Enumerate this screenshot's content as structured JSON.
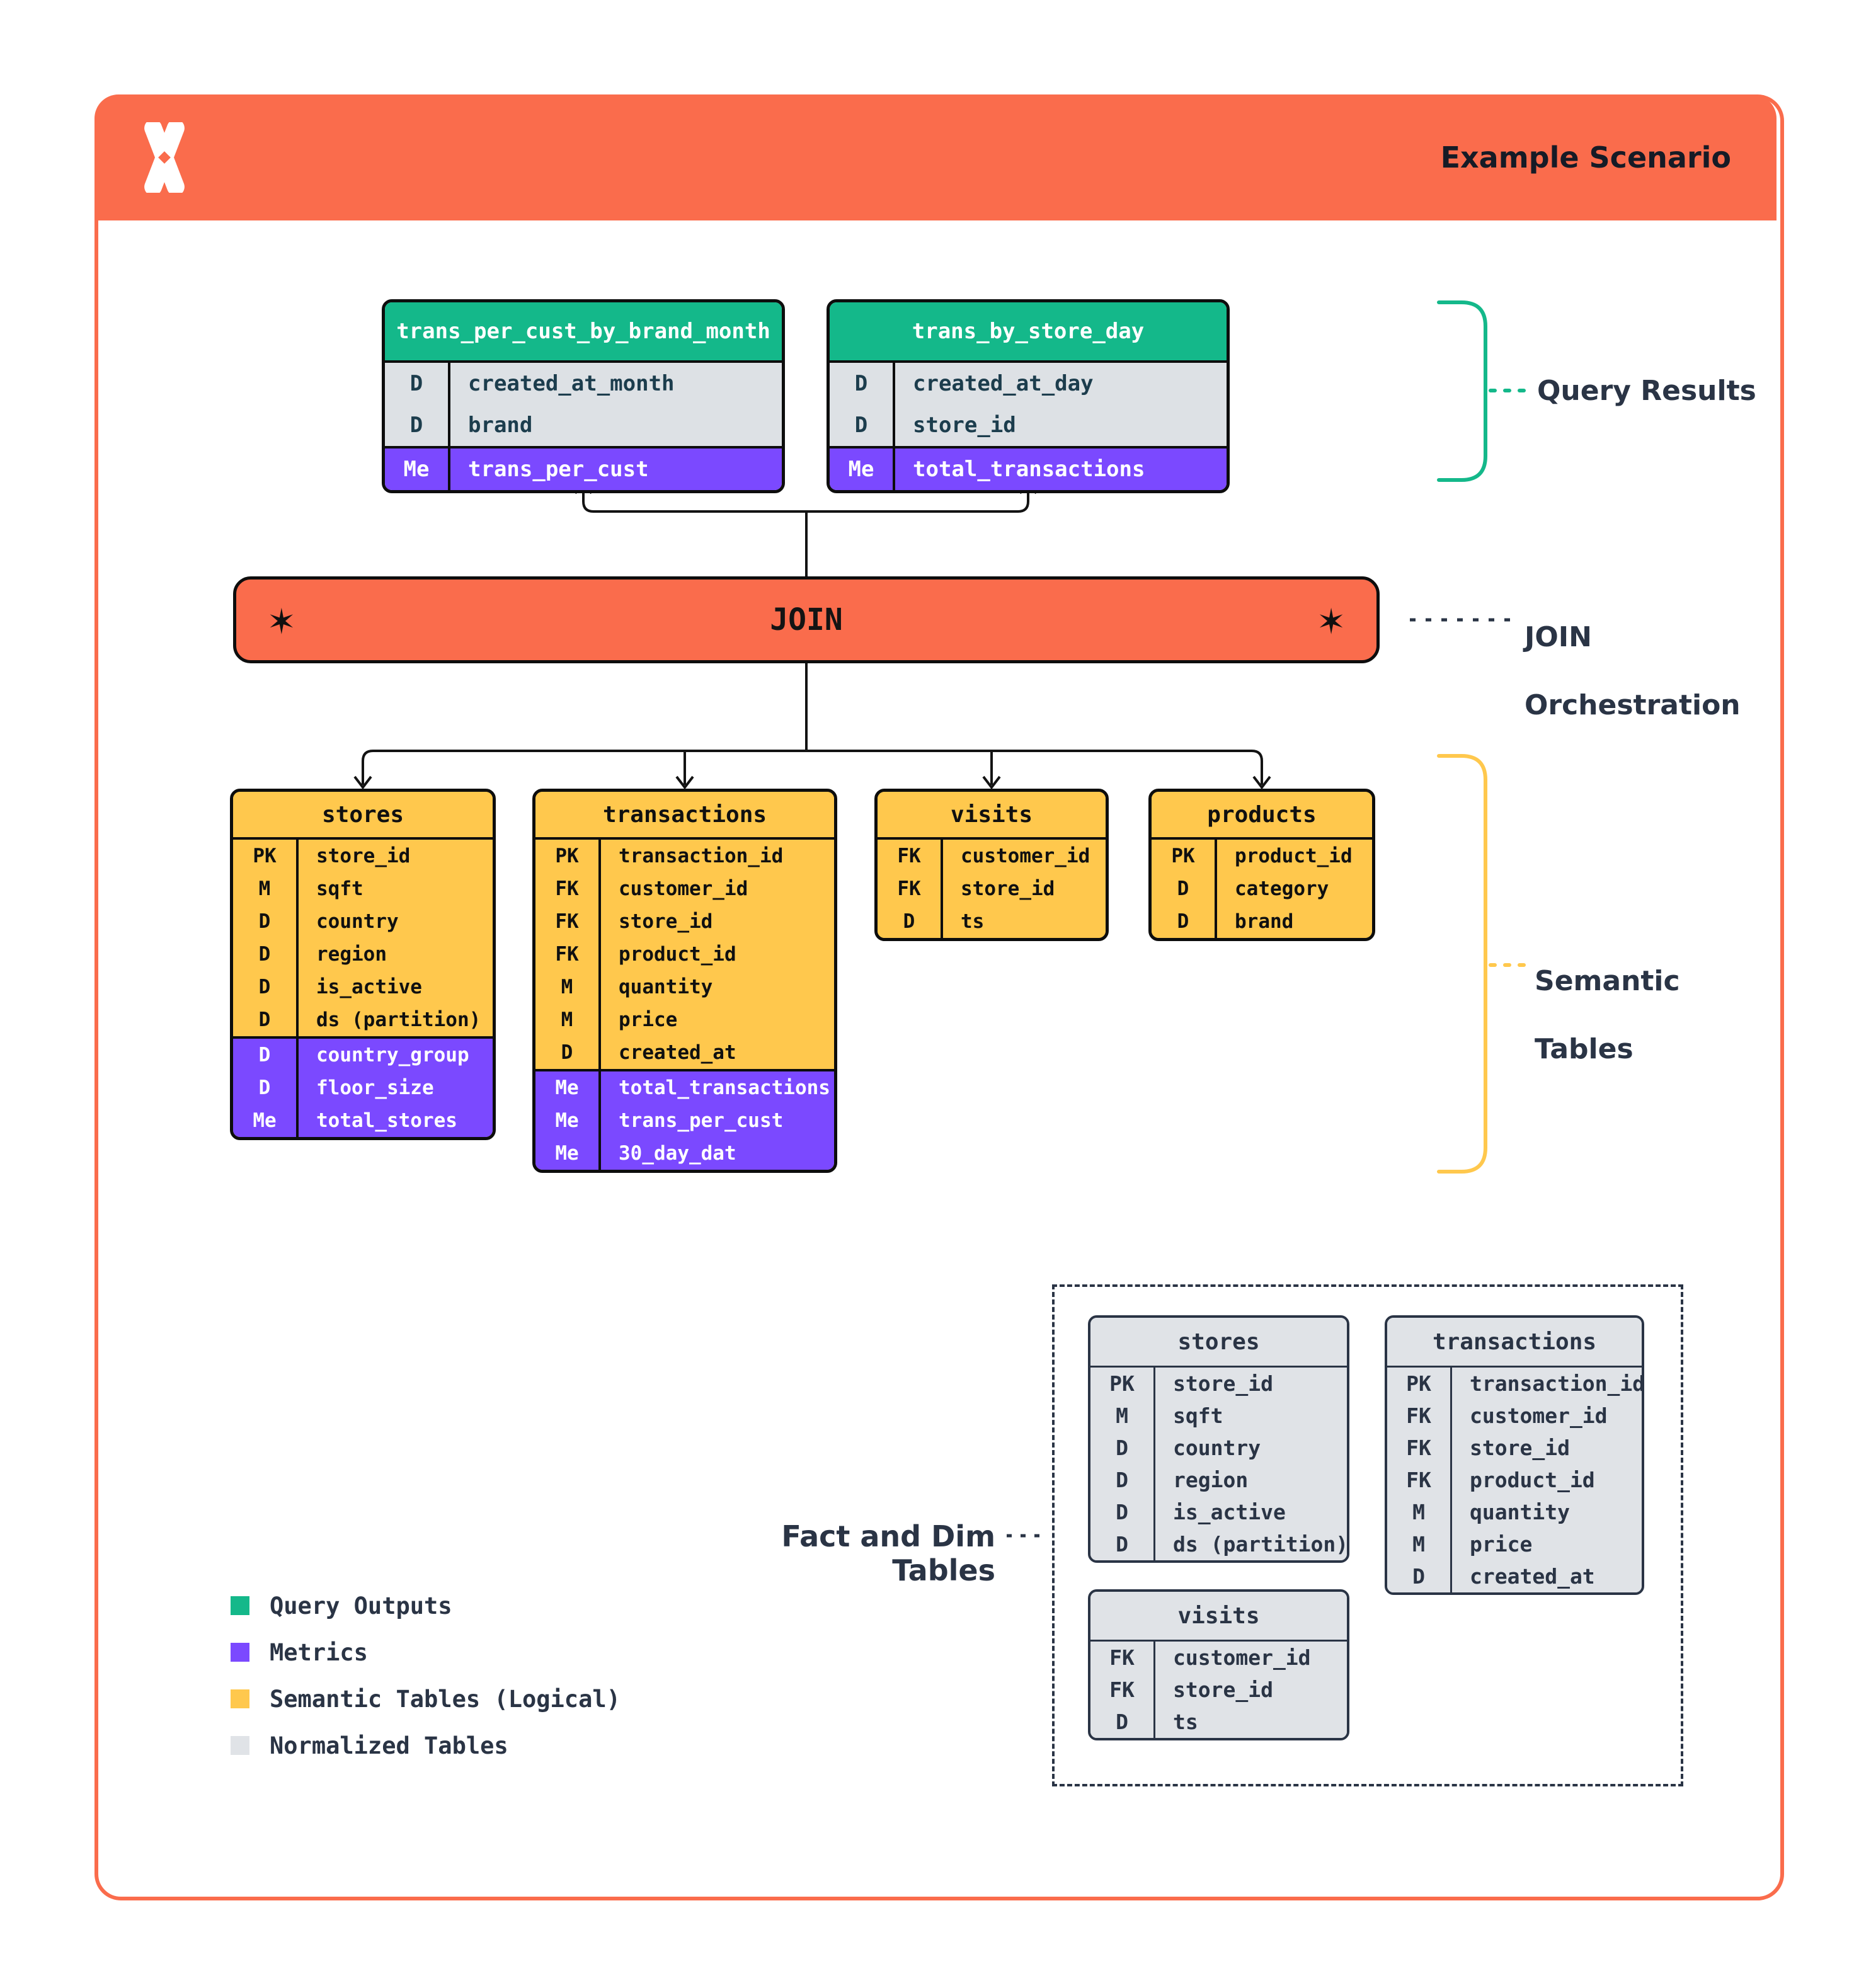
{
  "header": {
    "title": "Example Scenario",
    "logo_icon": "x-pinwheel-logo"
  },
  "join": {
    "label": "JOIN",
    "left_icon": "four-point-star",
    "right_icon": "four-point-star"
  },
  "annotations": {
    "query_results": "Query Results",
    "join_orchestration_line1": "JOIN",
    "join_orchestration_line2": "Orchestration",
    "semantic_line1": "Semantic",
    "semantic_line2": "Tables",
    "fact_dim": "Fact and Dim Tables"
  },
  "colors": {
    "accent_orange": "#FA6C4C",
    "query_outputs_green": "#14B88A",
    "metrics_purple": "#7B49FF",
    "semantic_yellow": "#FFC84D",
    "normalized_gray": "#E0E3E7",
    "row_gray": "#DDE1E5",
    "ink_navy": "#2A3445",
    "teal_text": "#1C3D4D"
  },
  "tables": {
    "query_results": [
      {
        "title": "trans_per_cust_by_brand_month",
        "rows": [
          {
            "badge": "D",
            "name": "created_at_month",
            "group": "base"
          },
          {
            "badge": "D",
            "name": "brand",
            "group": "base"
          },
          {
            "badge": "Me",
            "name": "trans_per_cust",
            "group": "metrics"
          }
        ]
      },
      {
        "title": "trans_by_store_day",
        "rows": [
          {
            "badge": "D",
            "name": "created_at_day",
            "group": "base"
          },
          {
            "badge": "D",
            "name": "store_id",
            "group": "base"
          },
          {
            "badge": "Me",
            "name": "total_transactions",
            "group": "metrics"
          }
        ]
      }
    ],
    "semantic": [
      {
        "title": "stores",
        "rows": [
          {
            "badge": "PK",
            "name": "store_id",
            "group": "base"
          },
          {
            "badge": "M",
            "name": "sqft",
            "group": "base"
          },
          {
            "badge": "D",
            "name": "country",
            "group": "base"
          },
          {
            "badge": "D",
            "name": "region",
            "group": "base"
          },
          {
            "badge": "D",
            "name": "is_active",
            "group": "base"
          },
          {
            "badge": "D",
            "name": "ds (partition)",
            "group": "base"
          },
          {
            "badge": "D",
            "name": "country_group",
            "group": "metrics"
          },
          {
            "badge": "D",
            "name": "floor_size",
            "group": "metrics"
          },
          {
            "badge": "Me",
            "name": "total_stores",
            "group": "metrics"
          }
        ]
      },
      {
        "title": "transactions",
        "rows": [
          {
            "badge": "PK",
            "name": "transaction_id",
            "group": "base"
          },
          {
            "badge": "FK",
            "name": "customer_id",
            "group": "base"
          },
          {
            "badge": "FK",
            "name": "store_id",
            "group": "base"
          },
          {
            "badge": "FK",
            "name": "product_id",
            "group": "base"
          },
          {
            "badge": "M",
            "name": "quantity",
            "group": "base"
          },
          {
            "badge": "M",
            "name": "price",
            "group": "base"
          },
          {
            "badge": "D",
            "name": "created_at",
            "group": "base"
          },
          {
            "badge": "Me",
            "name": "total_transactions",
            "group": "metrics"
          },
          {
            "badge": "Me",
            "name": "trans_per_cust",
            "group": "metrics"
          },
          {
            "badge": "Me",
            "name": "30_day_dat",
            "group": "metrics"
          }
        ]
      },
      {
        "title": "visits",
        "rows": [
          {
            "badge": "FK",
            "name": "customer_id",
            "group": "base"
          },
          {
            "badge": "FK",
            "name": "store_id",
            "group": "base"
          },
          {
            "badge": "D",
            "name": "ts",
            "group": "base"
          }
        ]
      },
      {
        "title": "products",
        "rows": [
          {
            "badge": "PK",
            "name": "product_id",
            "group": "base"
          },
          {
            "badge": "D",
            "name": "category",
            "group": "base"
          },
          {
            "badge": "D",
            "name": "brand",
            "group": "base"
          }
        ]
      }
    ],
    "normalized": [
      {
        "title": "stores",
        "rows": [
          {
            "badge": "PK",
            "name": "store_id",
            "group": "base"
          },
          {
            "badge": "M",
            "name": "sqft",
            "group": "base"
          },
          {
            "badge": "D",
            "name": "country",
            "group": "base"
          },
          {
            "badge": "D",
            "name": "region",
            "group": "base"
          },
          {
            "badge": "D",
            "name": "is_active",
            "group": "base"
          },
          {
            "badge": "D",
            "name": "ds (partition)",
            "group": "base"
          }
        ]
      },
      {
        "title": "transactions",
        "rows": [
          {
            "badge": "PK",
            "name": "transaction_id",
            "group": "base"
          },
          {
            "badge": "FK",
            "name": "customer_id",
            "group": "base"
          },
          {
            "badge": "FK",
            "name": "store_id",
            "group": "base"
          },
          {
            "badge": "FK",
            "name": "product_id",
            "group": "base"
          },
          {
            "badge": "M",
            "name": "quantity",
            "group": "base"
          },
          {
            "badge": "M",
            "name": "price",
            "group": "base"
          },
          {
            "badge": "D",
            "name": "created_at",
            "group": "base"
          }
        ]
      },
      {
        "title": "visits",
        "rows": [
          {
            "badge": "FK",
            "name": "customer_id",
            "group": "base"
          },
          {
            "badge": "FK",
            "name": "store_id",
            "group": "base"
          },
          {
            "badge": "D",
            "name": "ts",
            "group": "base"
          }
        ]
      }
    ]
  },
  "legend": [
    {
      "swatch": "green",
      "label": "Query Outputs"
    },
    {
      "swatch": "purple",
      "label": "Metrics"
    },
    {
      "swatch": "yellow",
      "label": "Semantic Tables (Logical)"
    },
    {
      "swatch": "gray",
      "label": "Normalized Tables"
    }
  ]
}
